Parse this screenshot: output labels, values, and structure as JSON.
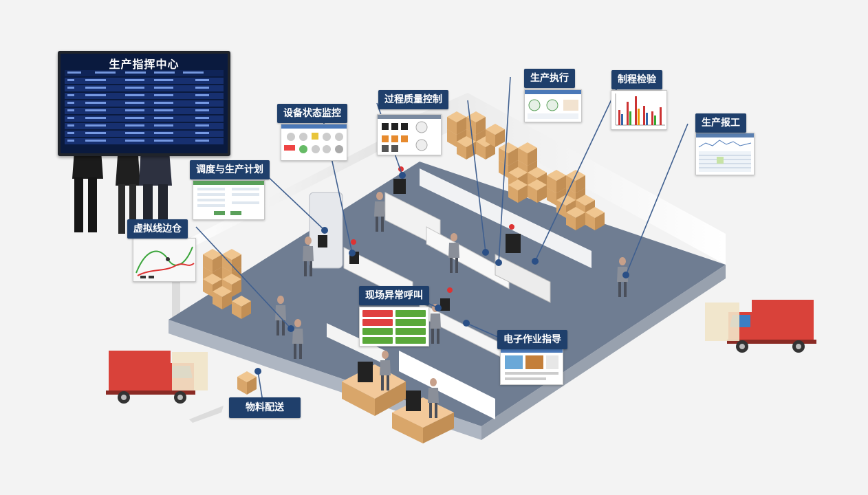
{
  "board": {
    "title": "生产指挥中心"
  },
  "labels": {
    "production_execution": "生产执行",
    "process_inspection": "制程检验",
    "process_quality_control": "过程质量控制",
    "equipment_status_monitoring": "设备状态监控",
    "production_reporting": "生产报工",
    "scheduling_production_plan": "调度与生产计划",
    "virtual_line_side_warehouse": "虚拟线边仓",
    "andon_call": "现场异常呼叫",
    "electronic_work_instruction": "电子作业指导",
    "material_delivery": "物料配送"
  },
  "colors": {
    "callout_bg": "#1f3f6b",
    "floor": "#6f7d92",
    "truck": "#d9423a",
    "box": "#e0b07a",
    "connector": "#3f5f8f"
  }
}
